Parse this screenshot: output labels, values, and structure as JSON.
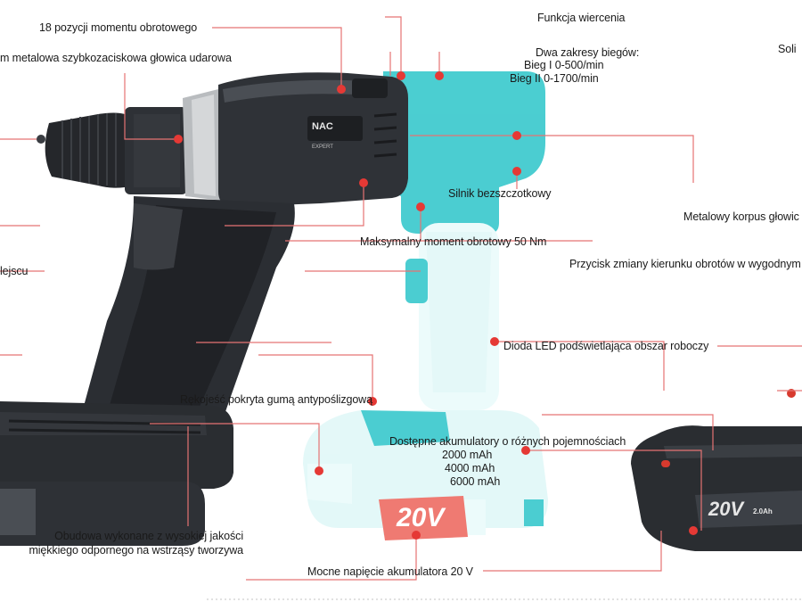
{
  "colors": {
    "accent": "#e53935",
    "line": "#e57373",
    "tool_body": "#2b2e33",
    "tool_teal": "#1ec2c7",
    "battery_red": "#d83a2e"
  },
  "brand": {
    "logo_text": "NAC",
    "series_text": "EXPERT",
    "voltage_badge": "20V",
    "battery_badge": "20V",
    "battery_capacity": "2.0Ah"
  },
  "labels": {
    "torque_positions": "18 pozycji momentu obrotowego",
    "chuck": "m metalowa szybkozaciskowa głowica udarowa",
    "drilling_function": "Funkcja wiercenia",
    "gears_title": "Dwa zakresy biegów:",
    "gear_1": "Bieg I 0-500/min",
    "gear_2": "Bieg II 0-1700/min",
    "solid_cut": "Soli",
    "brushless_motor": "Silnik bezszczotkowy",
    "metal_head": "Metalowy korpus głowic",
    "max_torque": "Maksymalny moment obrotowy 50 Nm",
    "direction_switch": "Przycisk zmiany kierunku obrotów w wygodnym",
    "trigger_cut": "lejscu",
    "led": "Dioda LED podświetlająca obszar roboczy",
    "grip": "Rękojeść pokryta gumą antypoślizgową",
    "batteries_title": "Dostępne akumulatory o różnych pojemnościach",
    "battery_2000": "2000 mAh",
    "battery_4000": "4000 mAh",
    "battery_6000": "6000 mAh",
    "housing_1": "Obudowa wykonane z wysokiej jakości",
    "housing_2": "miękkiego odpornego na wstrząsy tworzywa",
    "voltage": "Mocne napięcie akumulatora 20 V"
  }
}
